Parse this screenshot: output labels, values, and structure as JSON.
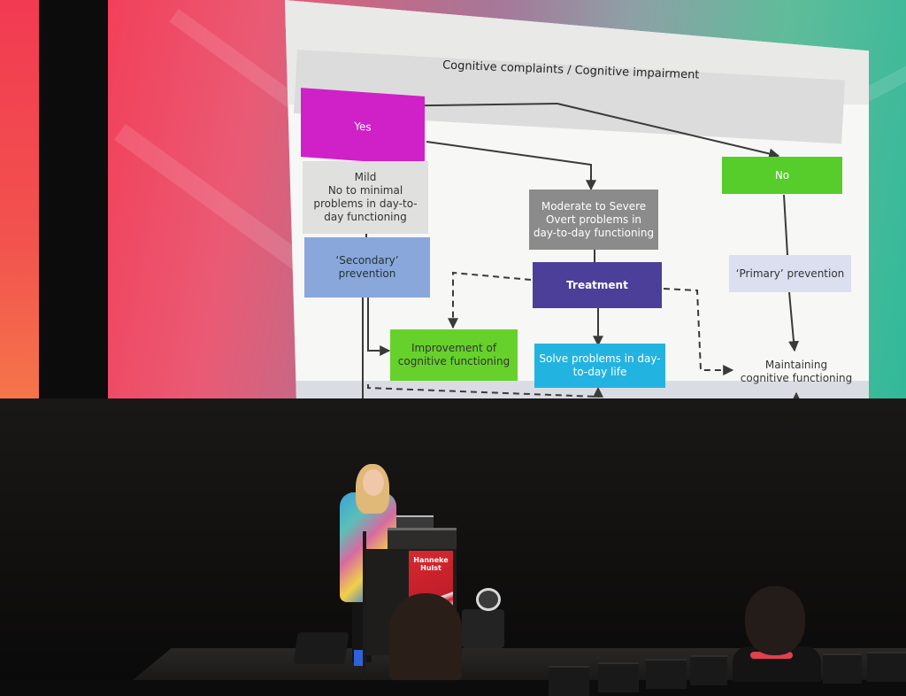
{
  "slide": {
    "title": "Cognitive complaints / Cognitive impairment",
    "yes": "Yes",
    "no": "No",
    "mild_title": "Mild",
    "mild_desc": "No to minimal problems in day-to-day functioning",
    "moderate": "Moderate to Severe Overt problems in day-to-day functioning",
    "secondary": "‘Secondary’ prevention",
    "treatment": "Treatment",
    "primary": "‘Primary’ prevention",
    "improvement": "Improvement of cognitive functioning",
    "solve": "Solve problems in day-to-day life",
    "maintaining": "Maintaining cognitive functioning"
  },
  "podium": {
    "name_first": "Hanneke",
    "name_last": "Hulst"
  },
  "colors": {
    "yes": "#d020c8",
    "no": "#56cd2a",
    "treatment": "#4b3f9a",
    "solve": "#23b3e0",
    "improvement": "#66d12b",
    "secondary": "#8aa7dc",
    "screen_left": "#f2405a",
    "screen_right": "#2fb99a"
  }
}
